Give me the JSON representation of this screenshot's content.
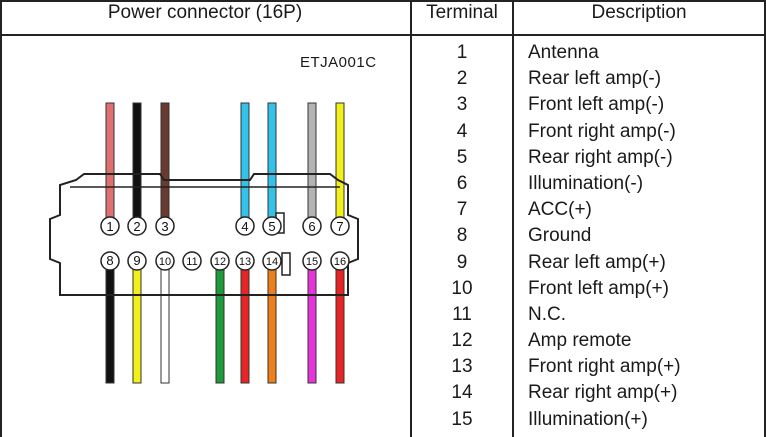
{
  "header": {
    "connector": "Power connector (16P)",
    "terminal": "Terminal",
    "description": "Description"
  },
  "diagram": {
    "code": "ETJA001C",
    "top_row": [
      {
        "num": "1",
        "color": "#e07070"
      },
      {
        "num": "2",
        "color": "#111111"
      },
      {
        "num": "3",
        "color": "#6b3a2e"
      },
      {
        "num": "4",
        "color": "#33c3ea"
      },
      {
        "num": "5",
        "color": "#33c3ea"
      },
      {
        "num": "6",
        "color": "#b3b3b3"
      },
      {
        "num": "7",
        "color": "#f2ef1a"
      }
    ],
    "bottom_row": [
      {
        "num": "8",
        "color": "#111111"
      },
      {
        "num": "9",
        "color": "#f2ef1a"
      },
      {
        "num": "10",
        "color": "#ffffff"
      },
      {
        "num": "11",
        "color": ""
      },
      {
        "num": "12",
        "color": "#1f9a3a"
      },
      {
        "num": "13",
        "color": "#e82525"
      },
      {
        "num": "14",
        "color": "#ef7f1a"
      },
      {
        "num": "15",
        "color": "#e634d9"
      },
      {
        "num": "16",
        "color": "#e82525"
      }
    ]
  },
  "table": {
    "rows": [
      {
        "terminal": "1",
        "description": "Antenna"
      },
      {
        "terminal": "2",
        "description": "Rear left amp(-)"
      },
      {
        "terminal": "3",
        "description": "Front left amp(-)"
      },
      {
        "terminal": "4",
        "description": "Front right amp(-)"
      },
      {
        "terminal": "5",
        "description": "Rear right amp(-)"
      },
      {
        "terminal": "6",
        "description": "Illumination(-)"
      },
      {
        "terminal": "7",
        "description": "ACC(+)"
      },
      {
        "terminal": "8",
        "description": "Ground"
      },
      {
        "terminal": "9",
        "description": "Rear left amp(+)"
      },
      {
        "terminal": "10",
        "description": "Front left amp(+)"
      },
      {
        "terminal": "11",
        "description": "N.C."
      },
      {
        "terminal": "12",
        "description": "Amp remote"
      },
      {
        "terminal": "13",
        "description": "Front right amp(+)"
      },
      {
        "terminal": "14",
        "description": "Rear right amp(+)"
      },
      {
        "terminal": "15",
        "description": "Illumination(+)"
      }
    ]
  }
}
